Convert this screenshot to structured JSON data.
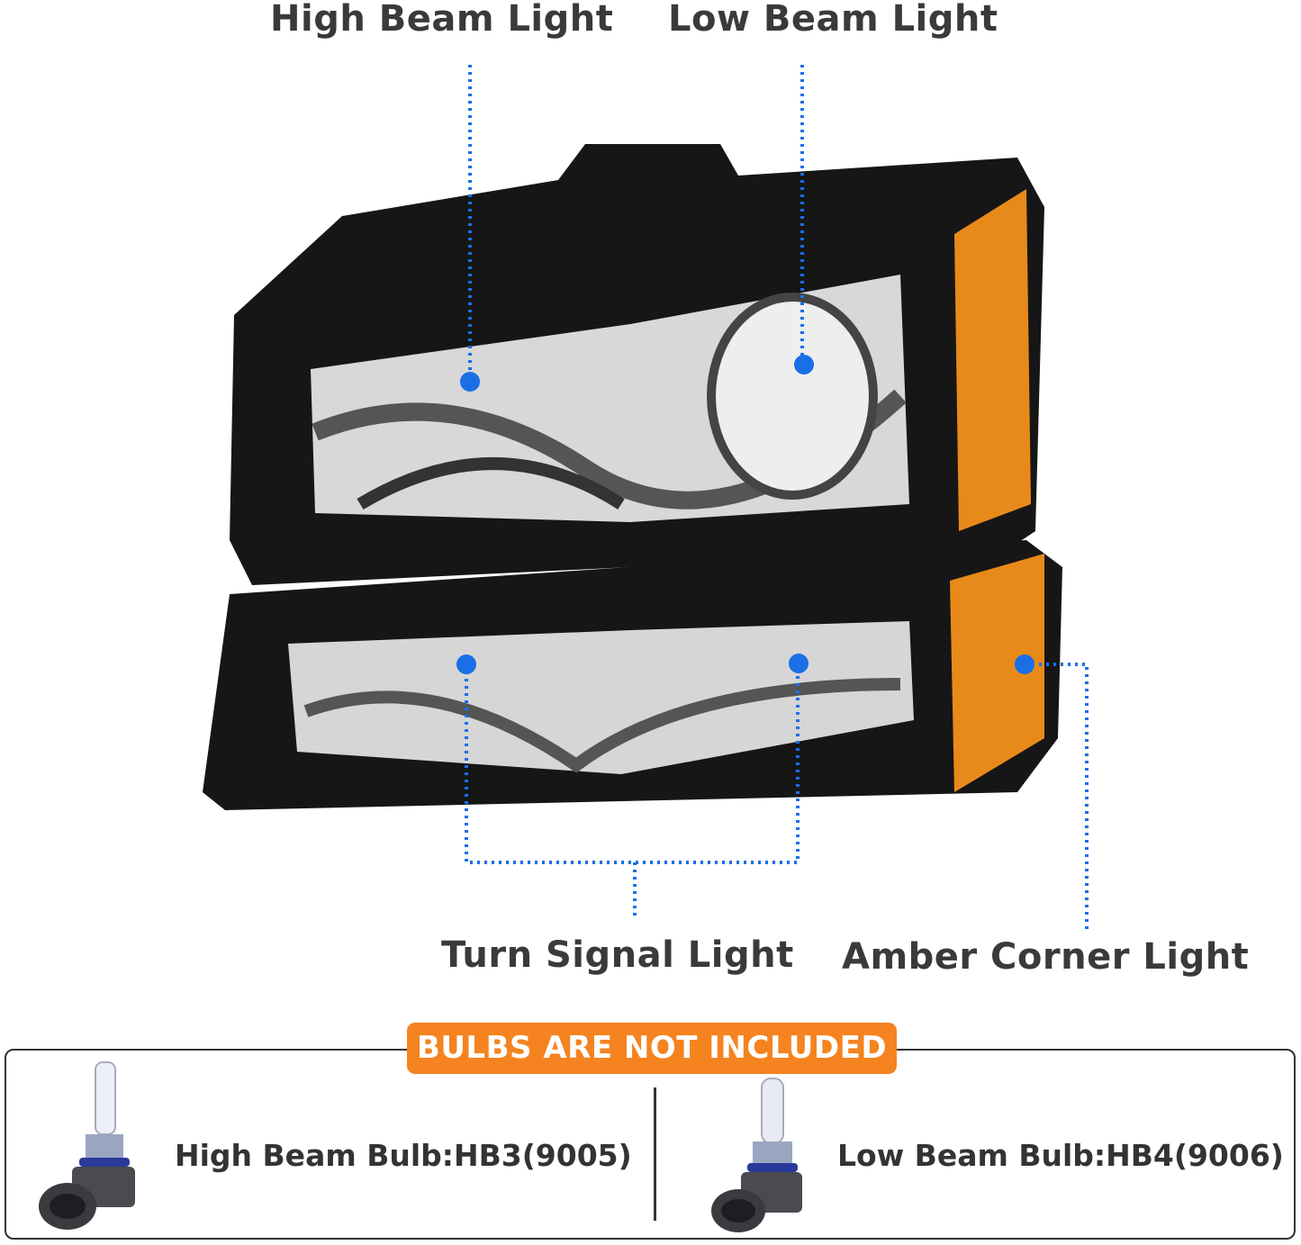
{
  "labels": {
    "high_beam": "High Beam Light",
    "low_beam": "Low Beam Light",
    "turn_signal": "Turn Signal Light",
    "amber_corner": "Amber Corner Light"
  },
  "notice": "BULBS ARE NOT INCLUDED",
  "bulbs": [
    {
      "label": "High Beam Bulb:HB3(9005)",
      "icon": "hb3-bulb-icon"
    },
    {
      "label": "Low Beam Bulb:HB4(9006)",
      "icon": "hb4-bulb-icon"
    }
  ],
  "colors": {
    "callout": "#1a6fe6",
    "badge": "#f5831f",
    "amber": "#e88a1a",
    "housing": "#141414"
  }
}
